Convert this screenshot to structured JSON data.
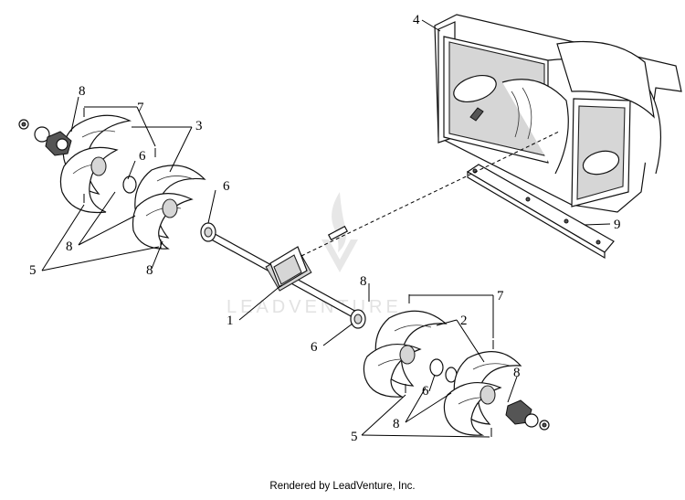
{
  "footer_text": "Rendered by LeadVenture, Inc.",
  "watermark_text": "LEADVENTURE",
  "callouts": {
    "c1": "1",
    "c2": "2",
    "c3": "3",
    "c4": "4",
    "c5a": "5",
    "c5b": "5",
    "c6a": "6",
    "c6b": "6",
    "c6c": "6",
    "c7a": "7",
    "c7b": "7",
    "c8a": "8",
    "c8b": "8",
    "c8c": "8",
    "c8d": "8",
    "c8e": "8",
    "c8f": "8",
    "c9": "9"
  }
}
